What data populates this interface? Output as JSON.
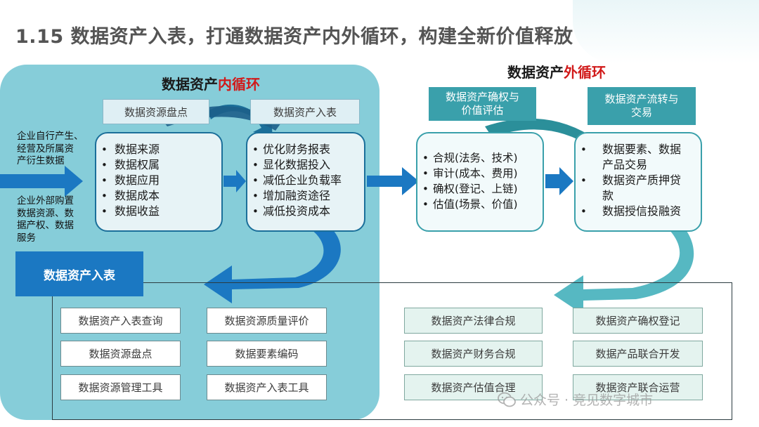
{
  "title": "1.15 数据资产入表，打通数据资产内外循环，构建全新价值释放",
  "inner": {
    "heading_prefix": "数据资产",
    "heading_accent": "内循环",
    "label_left": "数据资源盘点",
    "label_right": "数据资产入表",
    "source_top": [
      "企业自行产生、",
      "经营及所属资",
      "产衍生数据"
    ],
    "source_bottom": [
      "企业外部购置",
      "数据资源、数",
      "据产权、数据",
      "服务"
    ],
    "list_left": [
      "数据来源",
      "数据权属",
      "数据应用",
      "数据成本",
      "数据收益"
    ],
    "list_right": [
      "优化财务报表",
      "显化数据投入",
      "减低企业负载率",
      "增加融资途径",
      "减低投资成本"
    ]
  },
  "outer": {
    "heading_prefix": "数据资产",
    "heading_accent": "外循环",
    "label_left": [
      "数据资产确权与",
      "价值评估"
    ],
    "label_right": [
      "数据资产流转与",
      "交易"
    ],
    "list_left": [
      "合规(法务、技术)",
      "审计(成本、费用)",
      "确权(登记、上链)",
      "估值(场景、价值)"
    ],
    "list_right": [
      "数据要素、数据",
      "产品交易",
      "数据资产质押贷",
      "款",
      "数据授信投融资"
    ]
  },
  "ruxb_label": "数据资产入表",
  "grid": {
    "col1": [
      "数据资产入表查询",
      "数据资源盘点",
      "数据资源管理工具"
    ],
    "col2": [
      "数据资源质量评价",
      "数据要素编码",
      "数据资产入表工具"
    ],
    "col3": [
      "数据资产法律合规",
      "数据资产财务合规",
      "数据资产估值合理"
    ],
    "col4": [
      "数据资产确权登记",
      "数据产品联合开发",
      "数据资产联合运营"
    ]
  },
  "watermark": "公众号 · 竞见数字城市",
  "colors": {
    "inner_bg": "#86cdd9",
    "dark_blue": "#1b78c2",
    "teal": "#3aa0ab",
    "accent_red": "#d11a1a"
  }
}
